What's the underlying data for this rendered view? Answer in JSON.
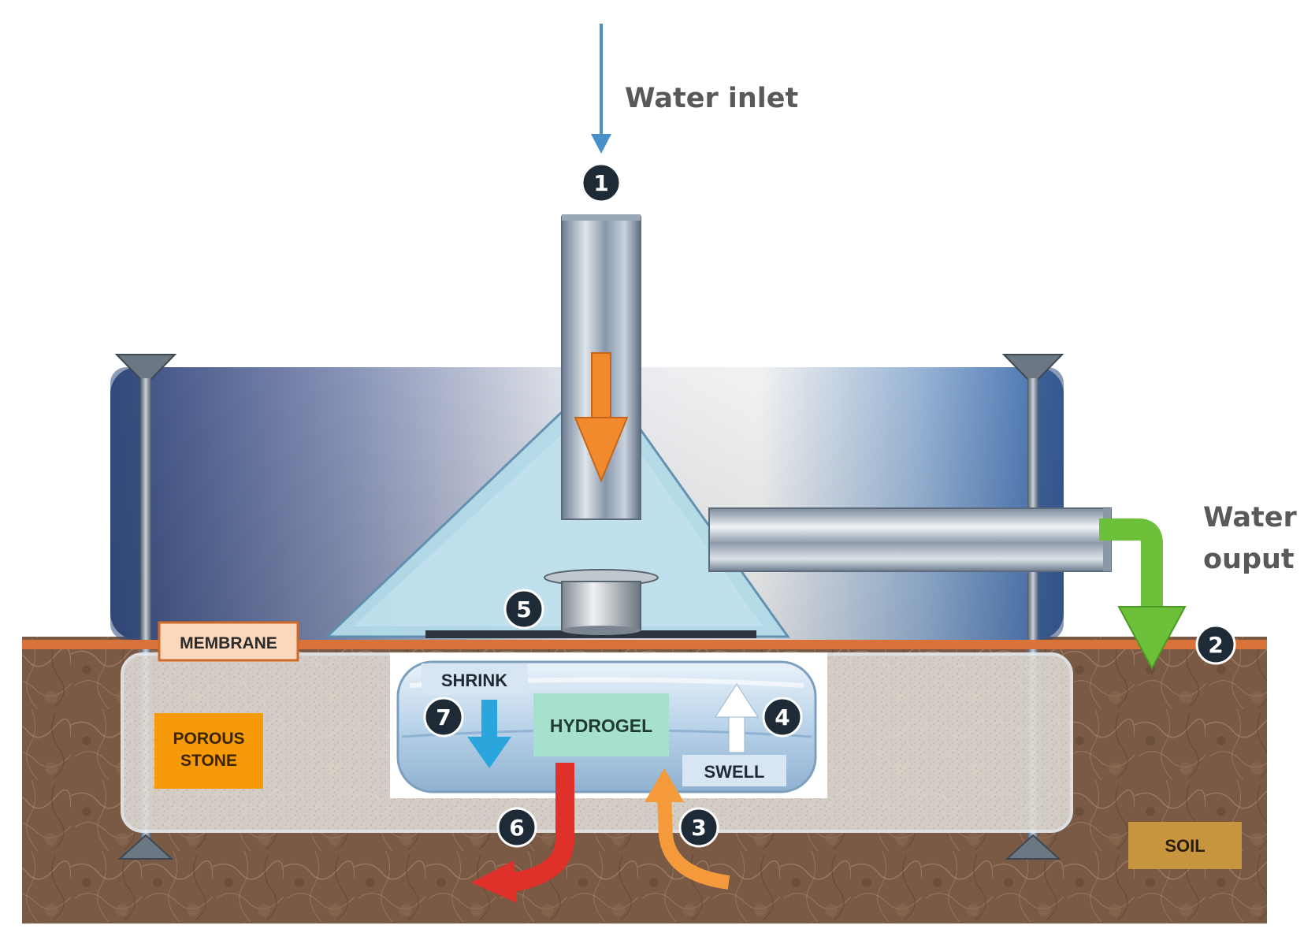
{
  "labels": {
    "water_inlet": "Water inlet",
    "water_output_line1": "Water",
    "water_output_line2": "ouput",
    "membrane": "MEMBRANE",
    "porous_stone_line1": "POROUS",
    "porous_stone_line2": "STONE",
    "soil": "SOIL",
    "hydrogel": "HYDROGEL",
    "shrink": "SHRINK",
    "swell": "SWELL"
  },
  "steps": [
    "1",
    "2",
    "3",
    "4",
    "5",
    "6",
    "7"
  ],
  "colors": {
    "inlet_arrow": "#4a90c8",
    "flow_down_arrow": "#f08a2c",
    "output_arrow": "#6cc03a",
    "release_arrow": "#e0302a",
    "uptake_arrow": "#f49a3a",
    "shrink_arrow": "#2aa6dd",
    "swell_arrow": "#ffffff",
    "membrane": "#d9733a",
    "porous_stone_box": "#f79a0a",
    "soil_box": "#c8953f",
    "hydrogel_box": "#a5e1cc",
    "soil": "#7a5a44",
    "marker": "#1e2a36"
  }
}
